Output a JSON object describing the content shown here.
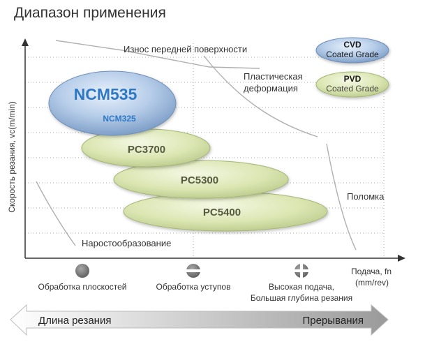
{
  "page": {
    "title": "Диапазон применения",
    "y_axis_label": "Скорость резания, vc(m/min)",
    "x_axis_label_line1": "Подача, fn",
    "x_axis_label_line2": "(mm/rev)"
  },
  "boundaries": {
    "rake_wear": "Износ передней поверхности",
    "plastic_line1": "Пластическая",
    "plastic_line2": "деформация",
    "breakage": "Поломка",
    "built_up_edge": "Наростообразование"
  },
  "legend": {
    "cvd_title": "CVD",
    "cvd_sub": "Coated Grade",
    "pvd_title": "PVD",
    "pvd_sub": "Coated Grade",
    "colors": {
      "cvd": "#a8c4e6",
      "pvd": "#d6e2a8"
    }
  },
  "grades": {
    "ncm535": "NCM535",
    "ncm325": "NCM325",
    "pc3700": "PC3700",
    "pc5300": "PC5300",
    "pc5400": "PC5400"
  },
  "operations": {
    "face": "Обработка плоскостей",
    "shoulder": "Обработка уступов",
    "high_feed_line1": "Высокая подача,",
    "high_feed_line2": "Большая глубина резания"
  },
  "arrow": {
    "left": "Длина резания",
    "right": "Прерывания"
  }
}
